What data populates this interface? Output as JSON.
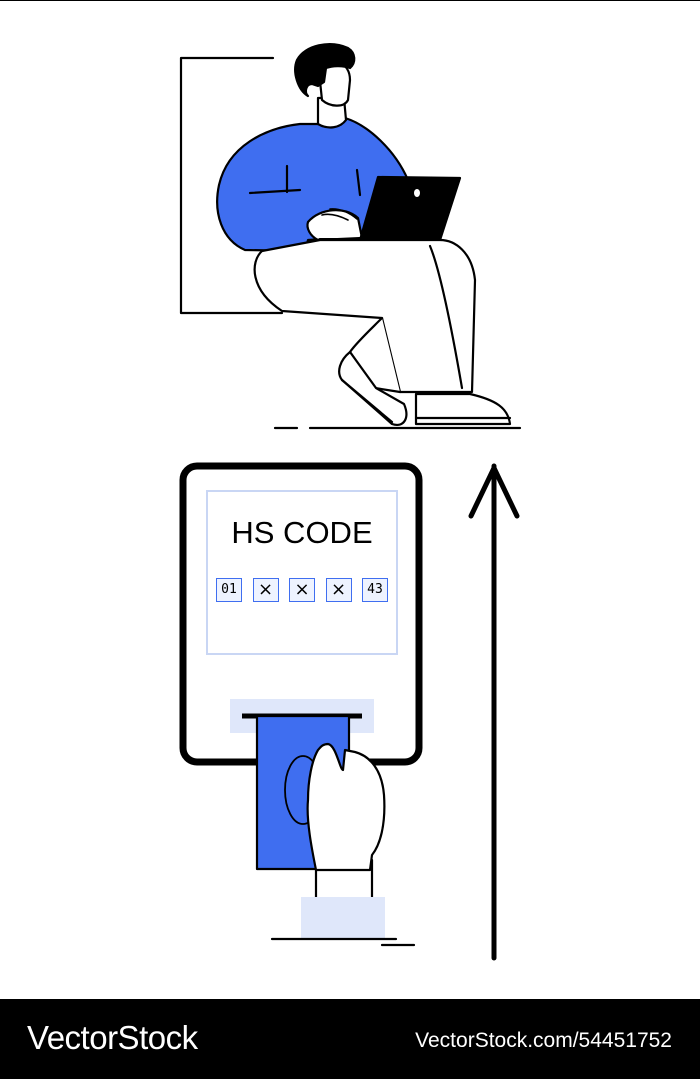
{
  "kiosk": {
    "title": "HS CODE",
    "code_boxes": [
      "01",
      "×",
      "×",
      "×",
      "43"
    ]
  },
  "colors": {
    "accent": "#3f6ef0",
    "pale_blue": "#dfe7fa",
    "ink": "#000000"
  },
  "footer": {
    "brand": "VectorStock",
    "url": "VectorStock.com/54451752"
  }
}
